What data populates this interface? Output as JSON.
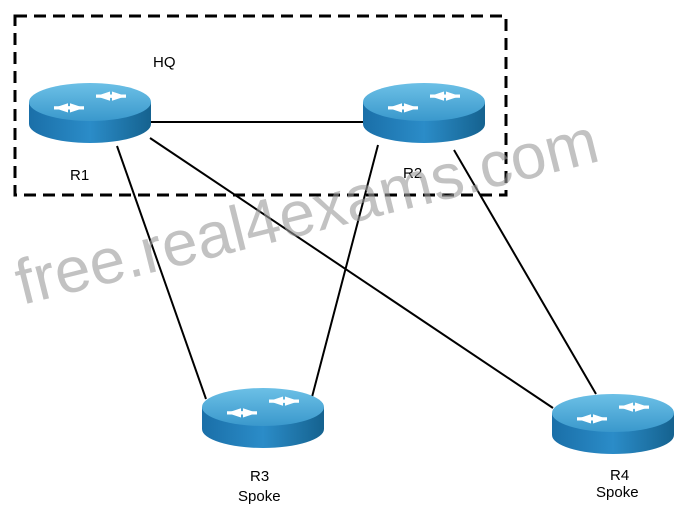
{
  "diagram": {
    "group_label": "HQ",
    "watermark": "free.real4exams.com",
    "routers": [
      {
        "id": "r1",
        "name": "R1",
        "role": ""
      },
      {
        "id": "r2",
        "name": "R2",
        "role": ""
      },
      {
        "id": "r3",
        "name": "R3",
        "role": "Spoke"
      },
      {
        "id": "r4",
        "name": "R4",
        "role": "Spoke"
      }
    ],
    "links": [
      [
        "r1",
        "r2"
      ],
      [
        "r1",
        "r3"
      ],
      [
        "r1",
        "r4"
      ],
      [
        "r2",
        "r3"
      ],
      [
        "r2",
        "r4"
      ]
    ],
    "colors": {
      "router_top": "#4aa6d6",
      "router_side": "#1f78b4",
      "router_arrow": "#ffffff",
      "line": "#000000"
    }
  }
}
